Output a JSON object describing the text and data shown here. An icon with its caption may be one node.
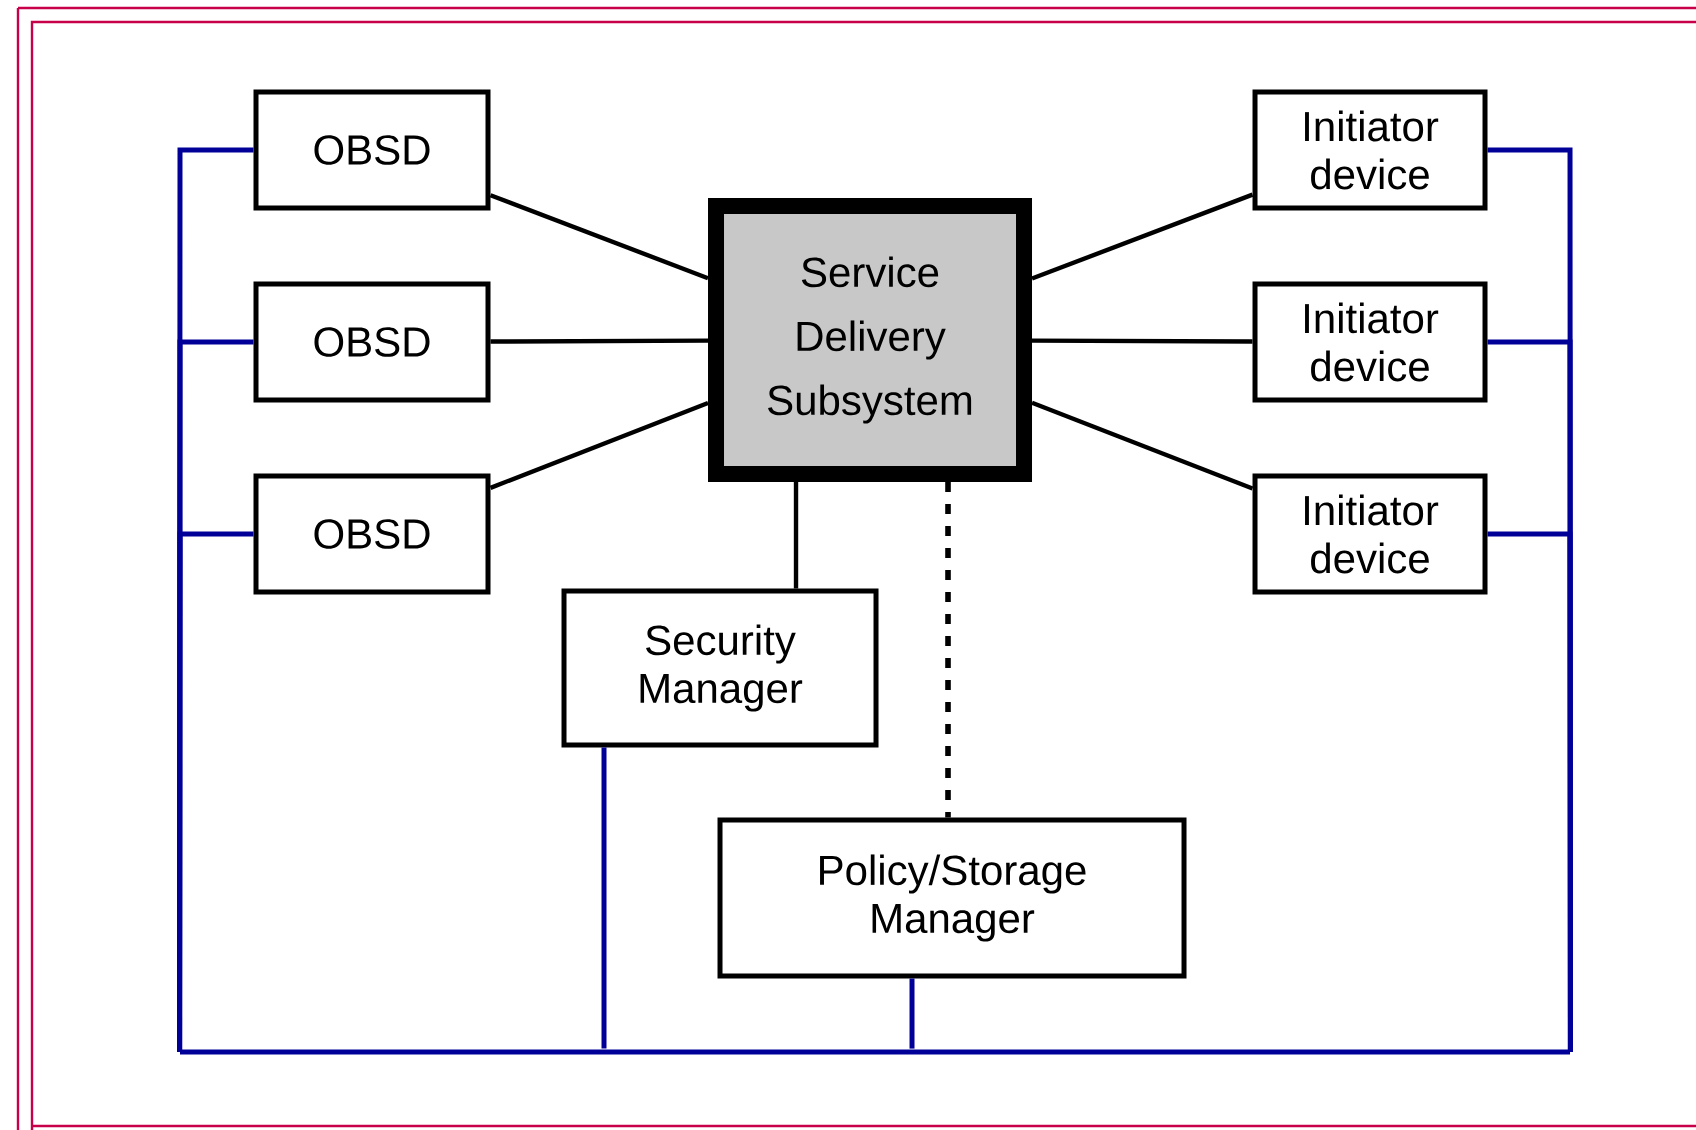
{
  "diagram": {
    "nodes": [
      {
        "text": [
          "OBSD"
        ]
      },
      {
        "text": [
          "OBSD"
        ]
      },
      {
        "text": [
          "OBSD"
        ]
      },
      {
        "text": [
          "Service Delivery Subsystem"
        ]
      },
      {
        "text": [
          "Initiator device"
        ]
      },
      {
        "text": [
          "Initiator device"
        ]
      },
      {
        "text": [
          "Initiator device"
        ]
      },
      {
        "text": [
          "Security Manager"
        ]
      },
      {
        "text": [
          "Policy/Storage Manager"
        ]
      },
      {
        "text": [],
        "shape": "bar"
      }
    ],
    "edges": [
      {
        "from": 0,
        "to": 3,
        "arrow": "none"
      },
      {
        "from": 1,
        "to": 3,
        "arrow": "none"
      },
      {
        "from": 2,
        "to": 3,
        "arrow": "none"
      },
      {
        "from": 3,
        "to": 4,
        "arrow": "none"
      },
      {
        "from": 3,
        "to": 5,
        "arrow": "none"
      },
      {
        "from": 3,
        "to": 6,
        "arrow": "none"
      },
      {
        "from": 3,
        "to": 7,
        "arrow": "none"
      },
      {
        "from": 3,
        "to": 8,
        "arrow": "none",
        "style": "dashed"
      },
      {
        "from": 0,
        "to": 9,
        "arrow": "none",
        "color": "#000099"
      },
      {
        "from": 1,
        "to": 9,
        "arrow": "none",
        "color": "#000099"
      },
      {
        "from": 2,
        "to": 9,
        "arrow": "none",
        "color": "#000099"
      },
      {
        "from": 4,
        "to": 9,
        "arrow": "none",
        "color": "#000099"
      },
      {
        "from": 5,
        "to": 9,
        "arrow": "none",
        "color": "#000099"
      },
      {
        "from": 6,
        "to": 9,
        "arrow": "none",
        "color": "#000099"
      },
      {
        "from": 7,
        "to": 9,
        "arrow": "none",
        "color": "#000099"
      },
      {
        "from": 8,
        "to": 9,
        "arrow": "none",
        "color": "#000099"
      }
    ]
  }
}
